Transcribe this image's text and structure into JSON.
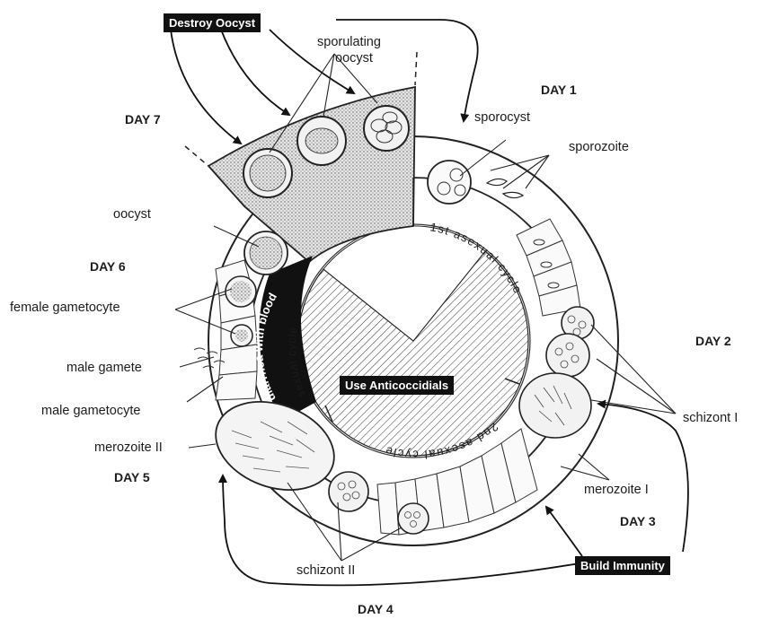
{
  "title_box": "Destroy Oocyst",
  "center_box": "Use Anticoccidials",
  "immunity_box": "Build Immunity",
  "ring_labels": {
    "diarrhea": "diarrhea with blood",
    "first_cycle": "1st asexual cycle",
    "second_cycle": "2nd asexual cycle",
    "sexual_cycle": "sexual cycle"
  },
  "days": {
    "day1": "DAY 1",
    "day2": "DAY 2",
    "day3": "DAY 3",
    "day4": "DAY 4",
    "day5": "DAY 5",
    "day6": "DAY 6",
    "day7": "DAY 7"
  },
  "stages": {
    "sporulating_1": "sporulating",
    "sporulating_2": "oocyst",
    "sporocyst": "sporocyst",
    "sporozoite": "sporozoite",
    "oocyst": "oocyst",
    "female_gametocyte": "female gametocyte",
    "male_gamete": "male gamete",
    "male_gametocyte": "male gametocyte",
    "merozoite_ii": "merozoite II",
    "merozoite_i": "merozoite I",
    "schizont_i": "schizont I",
    "schizont_ii": "schizont II"
  }
}
